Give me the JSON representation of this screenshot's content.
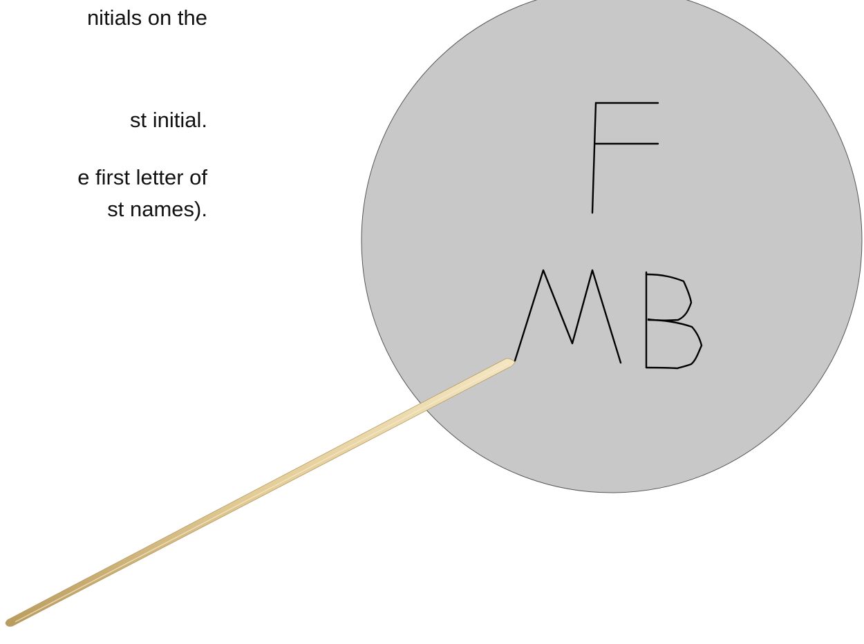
{
  "instructions": {
    "lines": [
      "nitials on the",
      "st initial.",
      "e first letter of",
      "st names)."
    ]
  },
  "disc": {
    "top_initial": "F",
    "bottom_initials": "MB",
    "fill_color": "#c8c8c8",
    "outline_color": "#555555",
    "letter_color": "#000000"
  },
  "toothpick": {
    "icon": "toothpick-icon",
    "color": "#e3cc96"
  }
}
